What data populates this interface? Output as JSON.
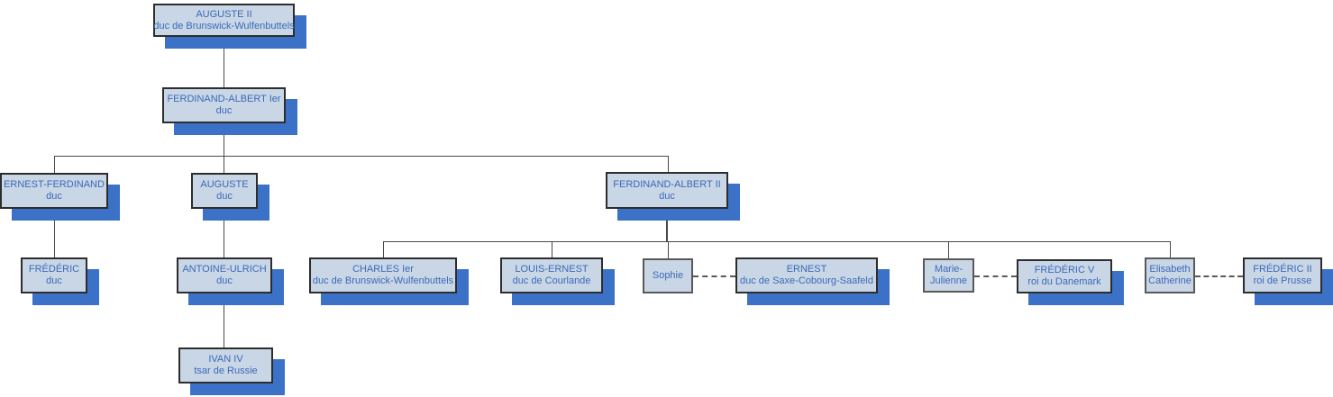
{
  "colors": {
    "box_fill": "#c9d6e6",
    "box_border": "#2d2d2d",
    "spouse_box_border": "#595959",
    "shadow_blue": "#3b72c8",
    "text_blue": "#3b6ab8",
    "connector_line": "#4a4a4a",
    "marriage_dash": "#595959"
  },
  "nodes": [
    {
      "name": "AUGUSTE II",
      "subtitle": "duc de Brunswick-Wulfenbuttels"
    },
    {
      "name": "FERDINAND-ALBERT Ier",
      "subtitle": "duc"
    },
    {
      "name": "ERNEST-FERDINAND",
      "subtitle": "duc"
    },
    {
      "name": "AUGUSTE",
      "subtitle": "duc"
    },
    {
      "name": "FERDINAND-ALBERT II",
      "subtitle": "duc"
    },
    {
      "name": "FRÉDÉRIC",
      "subtitle": "duc"
    },
    {
      "name": "ANTOINE-ULRICH",
      "subtitle": "duc"
    },
    {
      "name": "CHARLES Ier",
      "subtitle": "duc de Brunswick-Wulfenbuttels"
    },
    {
      "name": "LOUIS-ERNEST",
      "subtitle": "duc de Courlande"
    },
    {
      "name": "Sophie",
      "subtitle": ""
    },
    {
      "name": "ERNEST",
      "subtitle": "duc de Saxe-Cobourg-Saafeld"
    },
    {
      "name": "Marie-Julienne",
      "subtitle": ""
    },
    {
      "name": "FRÉDÉRIC V",
      "subtitle": "roi du Danemark"
    },
    {
      "name": "Elisabeth Catherine",
      "subtitle": ""
    },
    {
      "name": "FRÉDÉRIC II",
      "subtitle": "roi de Prusse"
    },
    {
      "name": "IVAN IV",
      "subtitle": "tsar de Russie"
    }
  ],
  "dashed_links": [
    {
      "from": "Sophie",
      "to": "ERNEST"
    },
    {
      "from": "Marie-Julienne",
      "to": "FRÉDÉRIC V"
    },
    {
      "from": "Elisabeth Catherine",
      "to": "FRÉDÉRIC II"
    }
  ]
}
